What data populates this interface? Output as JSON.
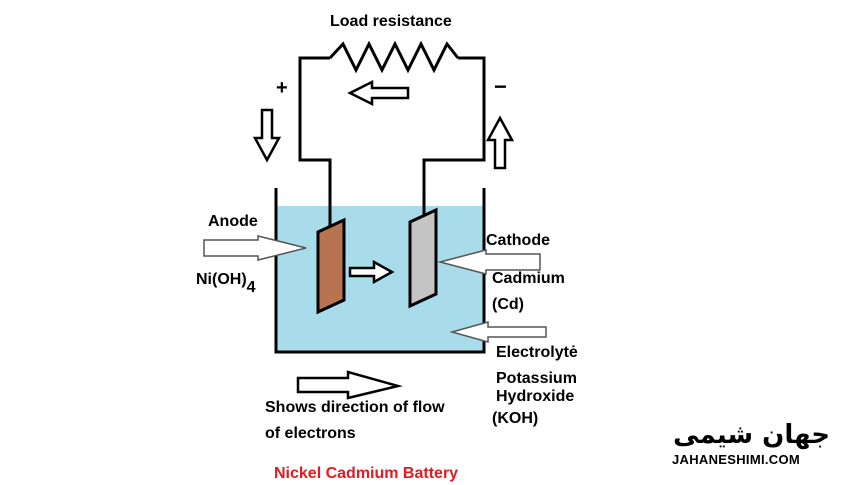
{
  "labels": {
    "load": "Load resistance",
    "plus": "+",
    "minus": "−",
    "anode": "Anode",
    "anode_formula": "Ni(OH)",
    "anode_sub": "4",
    "cathode": "Cathode",
    "cadmium": "Cadmium",
    "cd": "(Cd)",
    "electrolyte": "Electrolytė",
    "potassium": "Potassium",
    "hydroxide": "Hydroxide",
    "koh": "(KOH)",
    "shows1": "Shows direction of flow",
    "shows2": "of electrons",
    "caption": "Nickel Cadmium Battery"
  },
  "logo": {
    "farsi": "جهان شیمی",
    "latin": "JAHANESHIMI.COM"
  },
  "colors": {
    "electrolyte": "#a9dcea",
    "anode_plate": "#b87350",
    "cathode_plate": "#c4c4c4",
    "caption": "#e01b24"
  }
}
